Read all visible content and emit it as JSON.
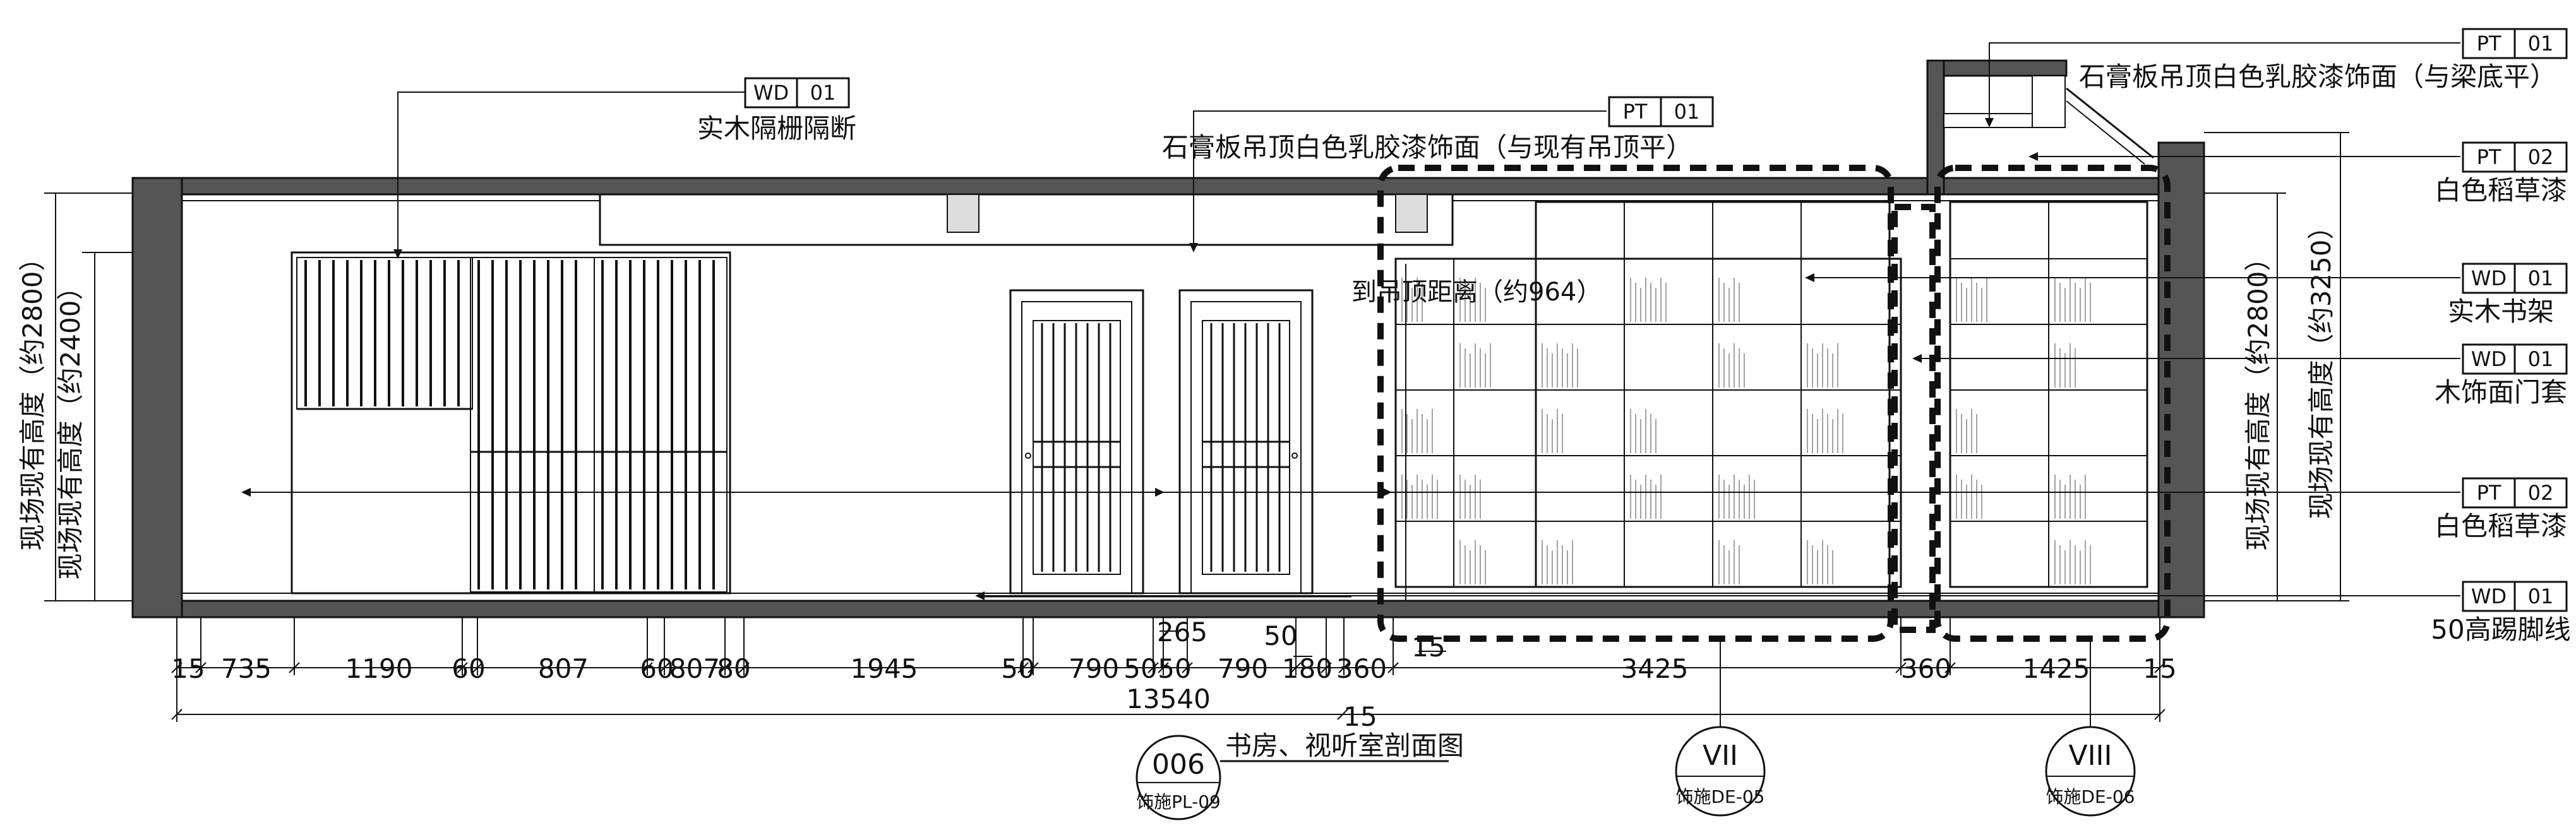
{
  "tags": [
    {
      "code": "WD",
      "num": "01",
      "label": "实木隔栅隔断"
    },
    {
      "code": "PT",
      "num": "01",
      "label": "石膏板吊顶白色乳胶漆饰面（与现有吊顶平）"
    },
    {
      "code": "PT",
      "num": "01",
      "label": "石膏板吊顶白色乳胶漆饰面（与梁底平）"
    },
    {
      "code": "PT",
      "num": "02",
      "label": "白色稻草漆"
    },
    {
      "code": "WD",
      "num": "01",
      "label": "实木书架"
    },
    {
      "code": "WD",
      "num": "01",
      "label": "木饰面门套"
    },
    {
      "code": "PT",
      "num": "02",
      "label": "白色稻草漆"
    },
    {
      "code": "WD",
      "num": "01",
      "label": "50高踢脚线"
    }
  ],
  "annotations": {
    "ceiling_distance": "到吊顶距离（约964）",
    "left_outer_height": "现场现有高度（约2800）",
    "left_inner_height": "现场现有高度（约2400）",
    "right_inner_height": "现场现有高度（约2800）",
    "right_outer_height": "现场现有高度（约3250）"
  },
  "dimensions": {
    "row1": [
      "15",
      "735",
      "1190",
      "60",
      "807",
      "60",
      "807",
      "80",
      "1945",
      "50",
      "790",
      "50",
      "50",
      "790",
      "180",
      "360",
      "3425",
      "360",
      "1425",
      "15"
    ],
    "extra_265": "265",
    "extra_50": "50",
    "extra_15": "15",
    "total": "13540",
    "total_15": "15"
  },
  "title_block": {
    "number": "006",
    "sheet": "饰施PL-09",
    "title": "书房、视听室剖面图"
  },
  "callouts": [
    {
      "id": "VII",
      "sheet": "饰施DE-05"
    },
    {
      "id": "VIII",
      "sheet": "饰施DE-06"
    }
  ],
  "colors": {
    "wall_fill": "#555555",
    "line": "#111111"
  }
}
